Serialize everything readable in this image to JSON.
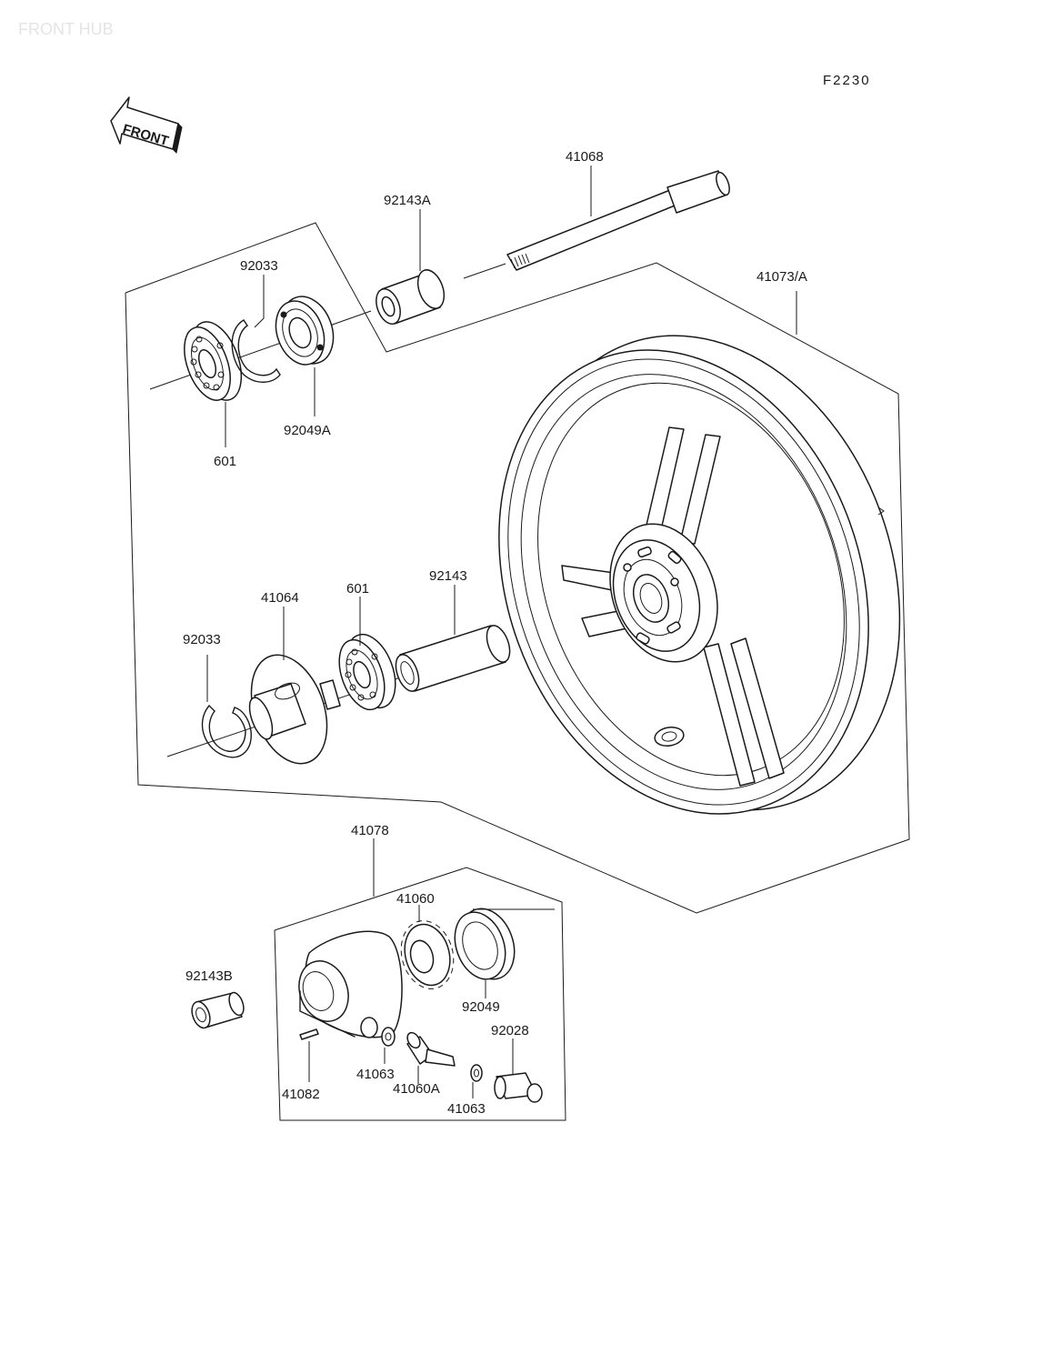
{
  "header": {
    "watermark": "FRONT HUB",
    "figure_code": "F2230",
    "direction": "FRONT"
  },
  "parts": {
    "axle": "41068",
    "collar_a": "92143A",
    "wheel": "41073/A",
    "circlip_top": "92033",
    "bearing_top": "601",
    "oil_seal_a": "92049A",
    "hub_plate": "41064",
    "bearing_mid": "601",
    "collar": "92143",
    "circlip_mid": "92033",
    "gear_housing": "41078",
    "gear": "41060",
    "oil_seal": "92049",
    "collar_b": "92143B",
    "bushing": "92028",
    "washer_left": "41063",
    "pin": "41082",
    "gear_shaft": "41060A",
    "washer_right": "41063"
  }
}
